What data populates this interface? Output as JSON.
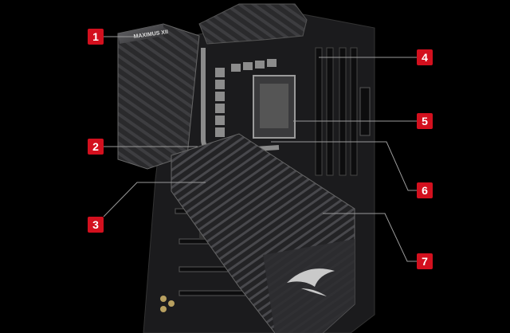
{
  "image": {
    "subject": "motherboard",
    "heatsink_text": "MAXIMUS XII"
  },
  "callouts": [
    {
      "label": "1"
    },
    {
      "label": "2"
    },
    {
      "label": "3"
    },
    {
      "label": "4"
    },
    {
      "label": "5"
    },
    {
      "label": "6"
    },
    {
      "label": "7"
    }
  ],
  "colors": {
    "background": "#000000",
    "callout": "#d3101e",
    "leader_line": "#9a9a9a"
  }
}
